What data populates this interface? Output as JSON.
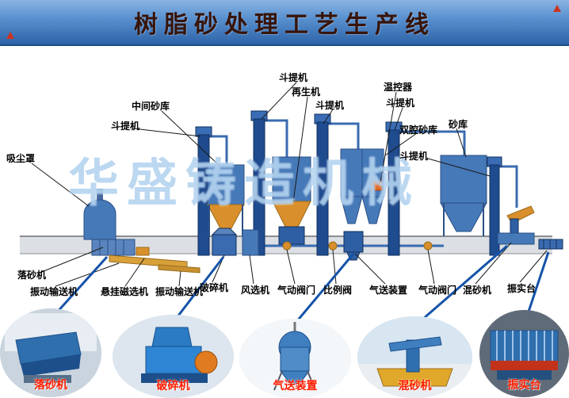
{
  "title": "树脂砂处理工艺生产线",
  "watermark": "华盛铸造机械",
  "labels": [
    {
      "text": "吸尘罩"
    },
    {
      "text": "斗提机"
    },
    {
      "text": "中间砂库"
    },
    {
      "text": "斗提机"
    },
    {
      "text": "再生机"
    },
    {
      "text": "斗提机"
    },
    {
      "text": "温控器"
    },
    {
      "text": "斗提机"
    },
    {
      "text": "双腔砂库"
    },
    {
      "text": "砂库"
    },
    {
      "text": "斗提机"
    },
    {
      "text": "落砂机"
    },
    {
      "text": "振动输送机"
    },
    {
      "text": "悬挂磁选机"
    },
    {
      "text": "振动输送机"
    },
    {
      "text": "破碎机"
    },
    {
      "text": "风选机"
    },
    {
      "text": "气动阀门"
    },
    {
      "text": "比例阀"
    },
    {
      "text": "气送装置"
    },
    {
      "text": "气动阀门"
    },
    {
      "text": "混砂机"
    },
    {
      "text": "振实台"
    }
  ],
  "insets": [
    {
      "label": "落砂机"
    },
    {
      "label": "破碎机"
    },
    {
      "label": "气送装置"
    },
    {
      "label": "混砂机"
    },
    {
      "label": "振实台"
    }
  ],
  "colors": {
    "banner_blue": "#3a75bd",
    "equipment_navy": "#1f4b8f",
    "silo_blue": "#4679b8",
    "cone_orange": "#d98f2b",
    "caption_red": "#ff1e00",
    "connector_blue": "#1553a8"
  }
}
